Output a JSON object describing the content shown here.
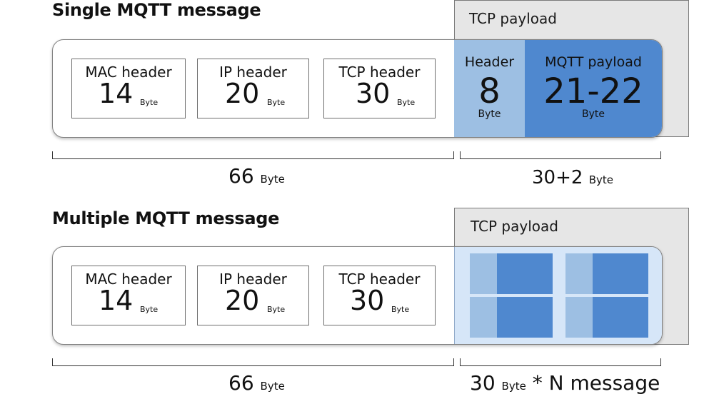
{
  "single": {
    "title": "Single MQTT message",
    "tcp_payload_label": "TCP payload",
    "headers": [
      {
        "label": "MAC header",
        "value": "14",
        "unit": "Byte"
      },
      {
        "label": "IP header",
        "value": "20",
        "unit": "Byte"
      },
      {
        "label": "TCP header",
        "value": "30",
        "unit": "Byte"
      }
    ],
    "mqtt_header": {
      "label": "Header",
      "value": "8",
      "unit": "Byte"
    },
    "mqtt_payload": {
      "label": "MQTT payload",
      "value": "21-22",
      "unit": "Byte"
    },
    "left_measure": {
      "value": "66",
      "unit": "Byte"
    },
    "right_measure": {
      "value": "30+2",
      "unit": "Byte"
    }
  },
  "multiple": {
    "title": "Multiple MQTT message",
    "tcp_payload_label": "TCP payload",
    "headers": [
      {
        "label": "MAC header",
        "value": "14",
        "unit": "Byte"
      },
      {
        "label": "IP header",
        "value": "20",
        "unit": "Byte"
      },
      {
        "label": "TCP header",
        "value": "30",
        "unit": "Byte"
      }
    ],
    "left_measure": {
      "value": "66",
      "unit": "Byte"
    },
    "right_measure": {
      "value": "30",
      "unit": "Byte",
      "suffix": "* N message"
    }
  },
  "colors": {
    "mqtt_header_bg": "#9dbfe3",
    "mqtt_payload_bg": "#4f88cf",
    "tcp_area_bg": "#e6e6e6",
    "multi_payload_bg": "#d6e6f8"
  }
}
